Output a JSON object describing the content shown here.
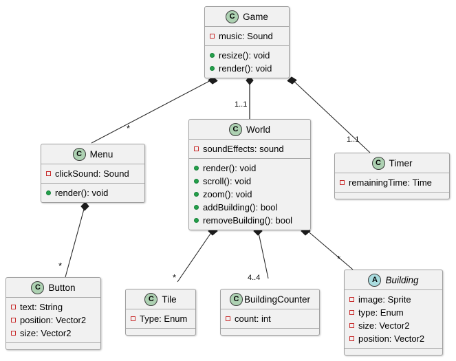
{
  "diagram": {
    "type": "uml-class-diagram",
    "background": "#ffffff",
    "class_fill": "#f1f1f1",
    "class_border": "#a0a0a0",
    "class_badge_color": "#add1b2",
    "abstract_badge_color": "#a9dcdf",
    "attribute_icon_color": "#c82b2b",
    "method_icon_color": "#23a04a"
  },
  "classes": [
    {
      "id": "game",
      "name": "Game",
      "stereotype_letter": "C",
      "abstract": false,
      "attributes": [
        {
          "icon": "private-attribute-icon",
          "text": "music: Sound"
        }
      ],
      "methods": [
        {
          "icon": "public-method-icon",
          "text": "resize(): void"
        },
        {
          "icon": "public-method-icon",
          "text": "render(): void"
        }
      ]
    },
    {
      "id": "world",
      "name": "World",
      "stereotype_letter": "C",
      "abstract": false,
      "attributes": [
        {
          "icon": "private-attribute-icon",
          "text": "soundEffects: sound"
        }
      ],
      "methods": [
        {
          "icon": "public-method-icon",
          "text": "render(): void"
        },
        {
          "icon": "public-method-icon",
          "text": "scroll(): void"
        },
        {
          "icon": "public-method-icon",
          "text": "zoom(): void"
        },
        {
          "icon": "public-method-icon",
          "text": "addBuilding(): bool"
        },
        {
          "icon": "public-method-icon",
          "text": "removeBuilding(): bool"
        }
      ]
    },
    {
      "id": "menu",
      "name": "Menu",
      "stereotype_letter": "C",
      "abstract": false,
      "attributes": [
        {
          "icon": "private-attribute-icon",
          "text": "clickSound: Sound"
        }
      ],
      "methods": [
        {
          "icon": "public-method-icon",
          "text": "render(): void"
        }
      ]
    },
    {
      "id": "timer",
      "name": "Timer",
      "stereotype_letter": "C",
      "abstract": false,
      "attributes": [
        {
          "icon": "private-attribute-icon",
          "text": "remainingTime: Time"
        }
      ],
      "methods": []
    },
    {
      "id": "button",
      "name": "Button",
      "stereotype_letter": "C",
      "abstract": false,
      "attributes": [
        {
          "icon": "private-attribute-icon",
          "text": "text: String"
        },
        {
          "icon": "private-attribute-icon",
          "text": "position: Vector2"
        },
        {
          "icon": "private-attribute-icon",
          "text": "size: Vector2"
        }
      ],
      "methods": []
    },
    {
      "id": "tile",
      "name": "Tile",
      "stereotype_letter": "C",
      "abstract": false,
      "attributes": [
        {
          "icon": "private-attribute-icon",
          "text": "Type: Enum"
        }
      ],
      "methods": []
    },
    {
      "id": "buildingcounter",
      "name": "BuildingCounter",
      "stereotype_letter": "C",
      "abstract": false,
      "attributes": [
        {
          "icon": "private-attribute-icon",
          "text": "count: int"
        }
      ],
      "methods": []
    },
    {
      "id": "building",
      "name": "Building",
      "stereotype_letter": "A",
      "abstract": true,
      "attributes": [
        {
          "icon": "private-attribute-icon",
          "text": "image: Sprite"
        },
        {
          "icon": "private-attribute-icon",
          "text": "type: Enum"
        },
        {
          "icon": "private-attribute-icon",
          "text": "size: Vector2"
        },
        {
          "icon": "private-attribute-icon",
          "text": "position: Vector2"
        }
      ],
      "methods": []
    }
  ],
  "relationships": [
    {
      "id": "game-menu",
      "from": "Game",
      "to": "Menu",
      "kind": "composition",
      "multiplicity": "*"
    },
    {
      "id": "game-world",
      "from": "Game",
      "to": "World",
      "kind": "composition",
      "multiplicity": "1..1"
    },
    {
      "id": "game-timer",
      "from": "Game",
      "to": "Timer",
      "kind": "composition",
      "multiplicity": "1..1"
    },
    {
      "id": "menu-button",
      "from": "Menu",
      "to": "Button",
      "kind": "composition",
      "multiplicity": "*"
    },
    {
      "id": "world-tile",
      "from": "World",
      "to": "Tile",
      "kind": "composition",
      "multiplicity": "*"
    },
    {
      "id": "world-buildingcounter",
      "from": "World",
      "to": "BuildingCounter",
      "kind": "composition",
      "multiplicity": "4..4"
    },
    {
      "id": "world-building",
      "from": "World",
      "to": "Building",
      "kind": "composition",
      "multiplicity": "*"
    }
  ]
}
